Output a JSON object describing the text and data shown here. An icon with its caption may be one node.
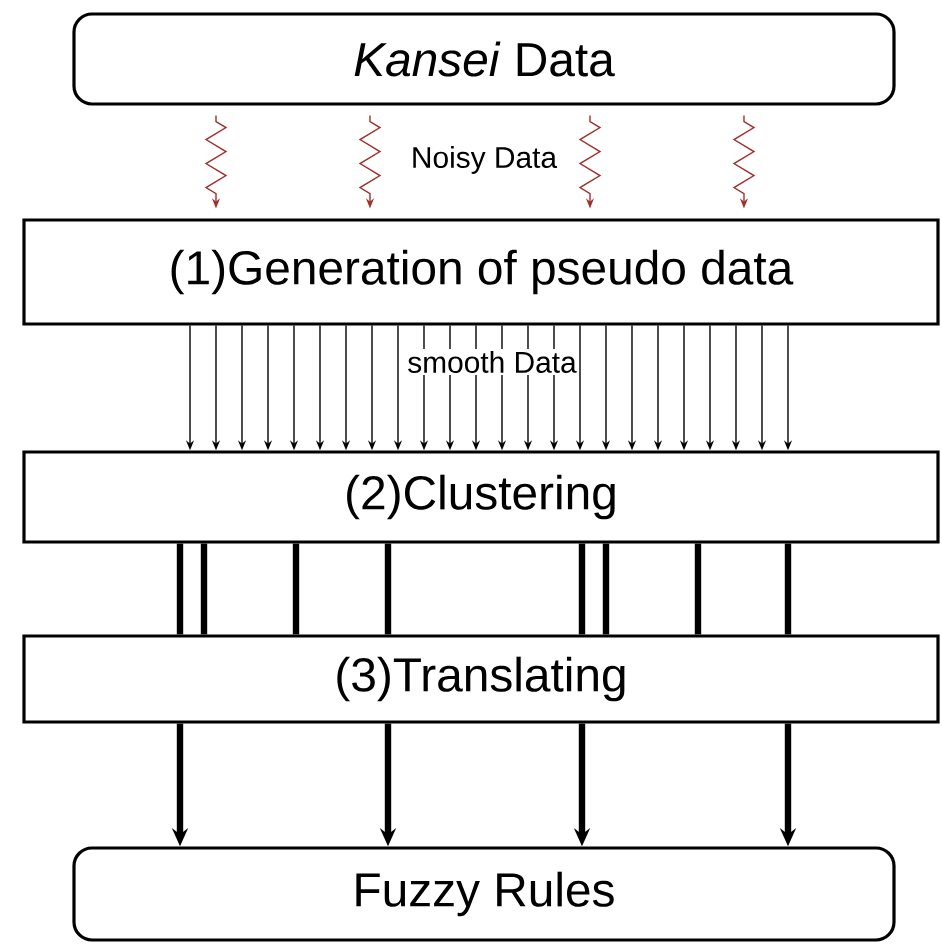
{
  "diagram": {
    "nodes": [
      {
        "text": [
          "*Kansei* Data"
        ]
      },
      {
        "text": [
          "(1)Generation of pseudo data"
        ]
      },
      {
        "text": [
          "(2)Clustering"
        ]
      },
      {
        "text": [
          "(3)Translating"
        ]
      },
      {
        "text": [
          "Fuzzy Rules"
        ]
      }
    ],
    "edges": [
      {
        "from": 0,
        "to": 1,
        "arrow": "to",
        "color": "#a0302a"
      },
      {
        "from": 0,
        "to": 1,
        "arrow": "to",
        "color": "#a0302a"
      },
      {
        "from": 0,
        "to": 1,
        "arrow": "to",
        "color": "#a0302a"
      },
      {
        "from": 0,
        "to": 1,
        "arrow": "to",
        "color": "#a0302a"
      },
      {
        "from": 1,
        "to": 2,
        "arrow": "to"
      },
      {
        "from": 1,
        "to": 2,
        "arrow": "to"
      },
      {
        "from": 1,
        "to": 2,
        "arrow": "to"
      },
      {
        "from": 1,
        "to": 2,
        "arrow": "to"
      },
      {
        "from": 1,
        "to": 2,
        "arrow": "to"
      },
      {
        "from": 1,
        "to": 2,
        "arrow": "to"
      },
      {
        "from": 1,
        "to": 2,
        "arrow": "to"
      },
      {
        "from": 1,
        "to": 2,
        "arrow": "to"
      },
      {
        "from": 1,
        "to": 2,
        "arrow": "to"
      },
      {
        "from": 1,
        "to": 2,
        "arrow": "to"
      },
      {
        "from": 1,
        "to": 2,
        "arrow": "to"
      },
      {
        "from": 1,
        "to": 2,
        "arrow": "to"
      },
      {
        "from": 1,
        "to": 2,
        "arrow": "to"
      },
      {
        "from": 1,
        "to": 2,
        "arrow": "to"
      },
      {
        "from": 1,
        "to": 2,
        "arrow": "to"
      },
      {
        "from": 1,
        "to": 2,
        "arrow": "to"
      },
      {
        "from": 1,
        "to": 2,
        "arrow": "to"
      },
      {
        "from": 1,
        "to": 2,
        "arrow": "to"
      },
      {
        "from": 1,
        "to": 2,
        "arrow": "to"
      },
      {
        "from": 1,
        "to": 2,
        "arrow": "to"
      },
      {
        "from": 1,
        "to": 2,
        "arrow": "to"
      },
      {
        "from": 1,
        "to": 2,
        "arrow": "to"
      },
      {
        "from": 1,
        "to": 2,
        "arrow": "to"
      },
      {
        "from": 1,
        "to": 2,
        "arrow": "to"
      },
      {
        "from": 2,
        "to": 3,
        "arrow": "none",
        "style": "thick"
      },
      {
        "from": 2,
        "to": 3,
        "arrow": "none",
        "style": "thick"
      },
      {
        "from": 2,
        "to": 3,
        "arrow": "none",
        "style": "thick"
      },
      {
        "from": 2,
        "to": 3,
        "arrow": "none",
        "style": "thick"
      },
      {
        "from": 2,
        "to": 3,
        "arrow": "none",
        "style": "thick"
      },
      {
        "from": 2,
        "to": 3,
        "arrow": "none",
        "style": "thick"
      },
      {
        "from": 2,
        "to": 3,
        "arrow": "none",
        "style": "thick"
      },
      {
        "from": 2,
        "to": 3,
        "arrow": "none",
        "style": "thick"
      },
      {
        "from": 3,
        "to": 4,
        "arrow": "to",
        "style": "thick"
      },
      {
        "from": 3,
        "to": 4,
        "arrow": "to",
        "style": "thick"
      },
      {
        "from": 3,
        "to": 4,
        "arrow": "to",
        "style": "thick"
      },
      {
        "from": 3,
        "to": 4,
        "arrow": "to",
        "style": "thick"
      }
    ],
    "labels": [
      "Noisy Data",
      "smooth Data"
    ]
  }
}
